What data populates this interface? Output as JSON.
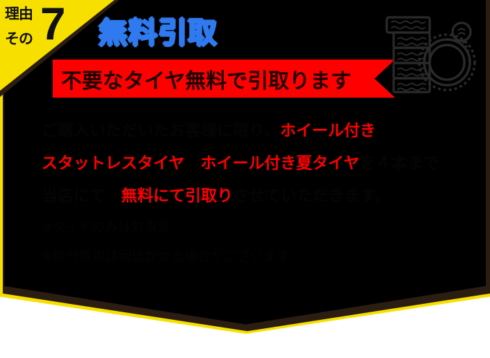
{
  "banner": {
    "ribbon": {
      "line1": "理由",
      "line2": "その",
      "number": "7"
    },
    "headline": "無料引取",
    "red_band_text": "不要なタイヤ無料で引取ります",
    "tire_icon": "stacked-tires-icon"
  },
  "body": {
    "lines": [
      {
        "segments": [
          {
            "text": "ご購入いただいたお客様に限り、",
            "style": "dark"
          },
          {
            "text": "ホイール付き",
            "style": "red"
          }
        ],
        "size": "normal"
      },
      {
        "segments": [
          {
            "text": "スタットレスタイヤ",
            "style": "red"
          },
          {
            "text": "　",
            "style": "dark"
          },
          {
            "text": "ホイール付き夏タイヤ",
            "style": "red"
          },
          {
            "text": "を４本まで",
            "style": "dark"
          }
        ],
        "size": "normal"
      },
      {
        "segments": [
          {
            "text": "当店にて　",
            "style": "dark"
          },
          {
            "text": "無料にて引取り",
            "style": "red"
          },
          {
            "text": "させていただきます。",
            "style": "dark"
          }
        ],
        "size": "normal"
      },
      {
        "segments": [
          {
            "text": "※タイヤのみは対象外",
            "style": "dark"
          }
        ],
        "size": "small"
      },
      {
        "segments": [
          {
            "text": "※処分費用は別途かかる場合がございます。",
            "style": "dark"
          }
        ],
        "size": "small"
      }
    ]
  },
  "colors": {
    "yellow": "#f7e000",
    "blue": "#2f7aee",
    "red": "#ff0000",
    "black": "#000000",
    "outline_dark": "#2b1d12",
    "tire_line": "#2a2a2a"
  }
}
